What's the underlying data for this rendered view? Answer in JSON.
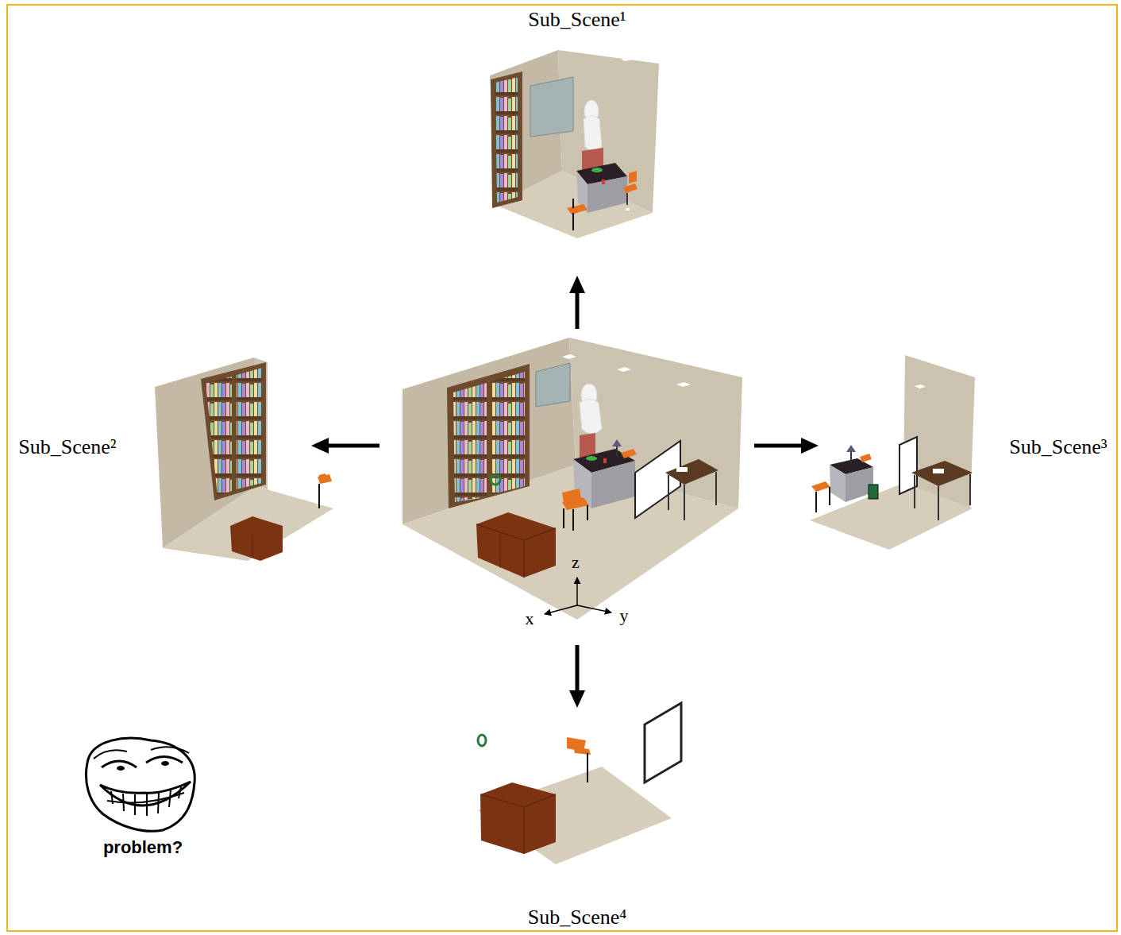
{
  "diagram": {
    "nodes": [
      {
        "text": [
          "Sub_Scene¹"
        ]
      },
      {
        "text": [
          "Sub_Scene²"
        ]
      },
      {
        "text": [
          "z",
          "x",
          "y"
        ]
      },
      {
        "text": [
          "Sub_Scene³"
        ]
      },
      {
        "text": [
          "Sub_Scene⁴"
        ]
      }
    ],
    "edges": [
      {
        "from": 2,
        "to": 0,
        "arrow": "to"
      },
      {
        "from": 2,
        "to": 1,
        "arrow": "to"
      },
      {
        "from": 2,
        "to": 3,
        "arrow": "to"
      },
      {
        "from": 2,
        "to": 4,
        "arrow": "to"
      }
    ],
    "labels": [
      "problem?"
    ]
  }
}
